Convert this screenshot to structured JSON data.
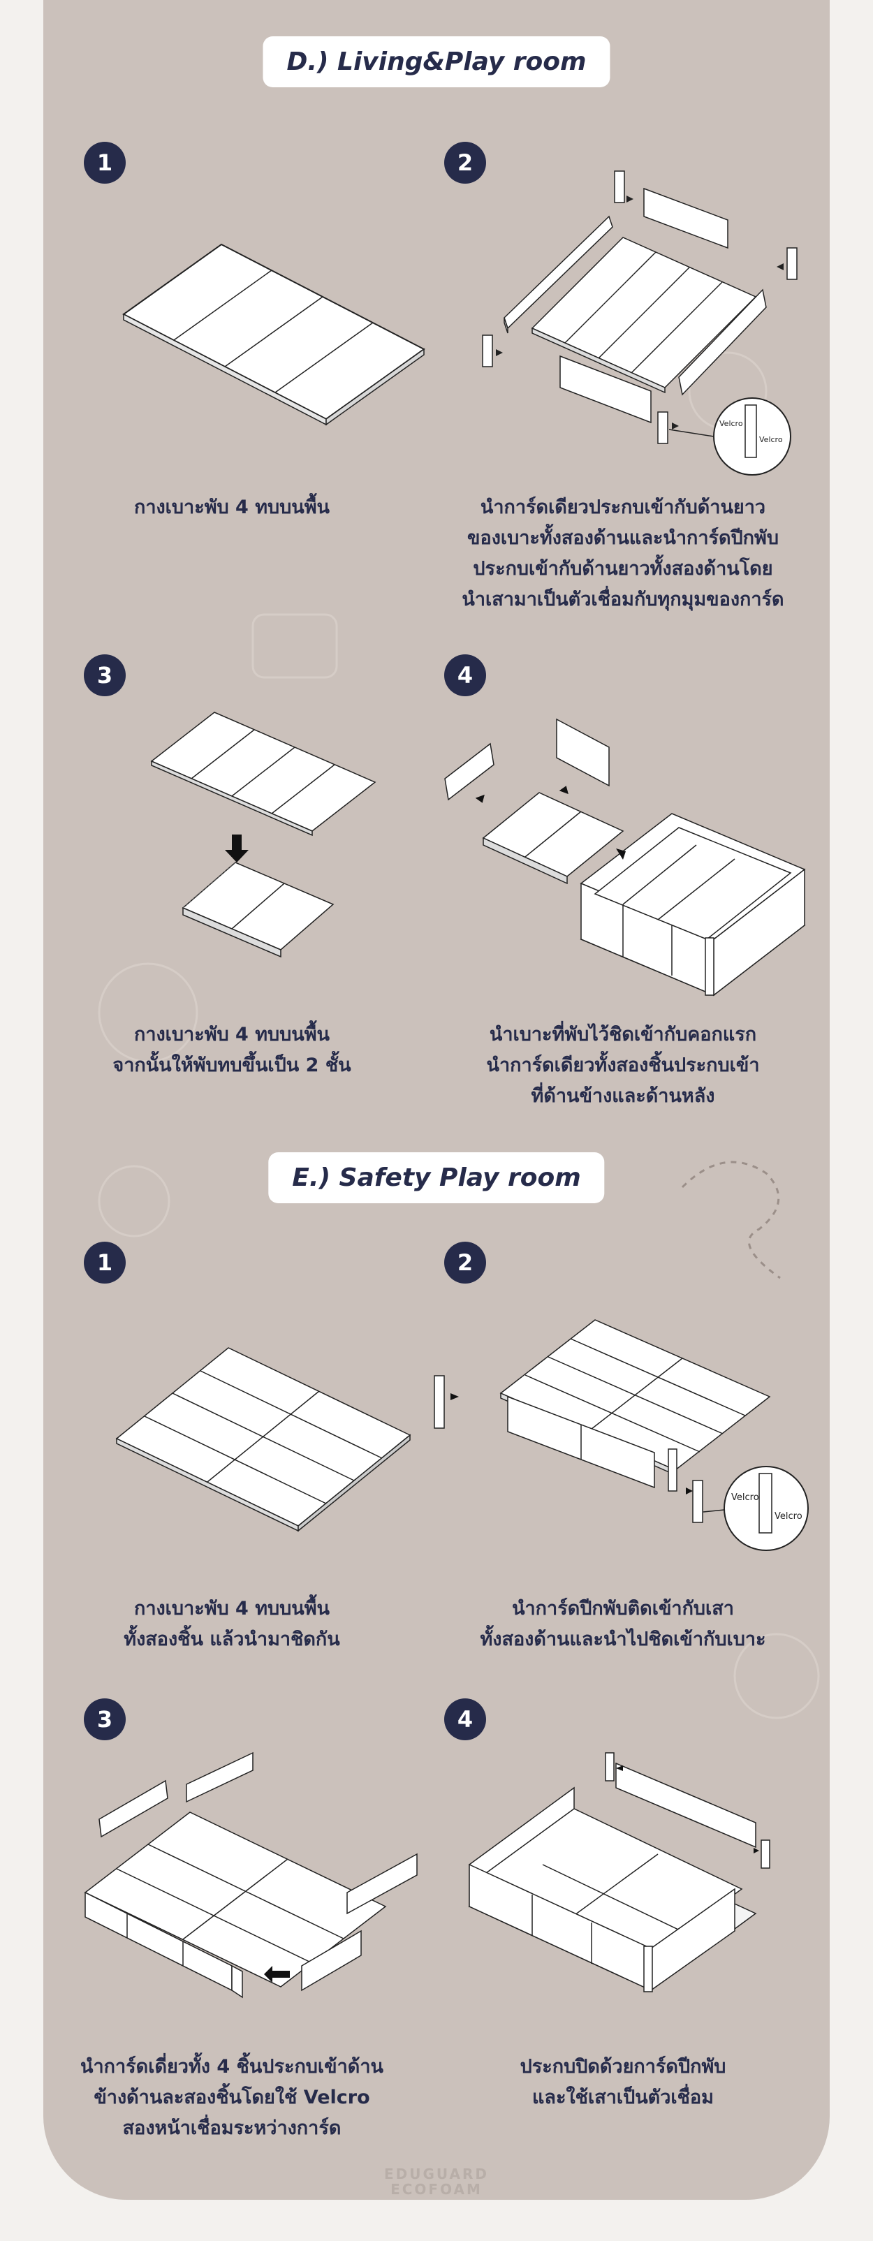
{
  "sections": [
    {
      "title": "D.) Living&Play room",
      "steps": [
        {
          "num": "1",
          "caption": [
            "กางเบาะพับ 4 ทบบนพื้น"
          ]
        },
        {
          "num": "2",
          "caption": [
            "นำการ์ดเดียวประกบเข้ากับด้านยาว",
            "ของเบาะทั้งสองด้านและนำการ์ดปีกพับ",
            "ประกบเข้ากับด้านยาวทั้งสองด้านโดย",
            "นำเสามาเป็นตัวเชื่อมกับทุกมุมของการ์ด"
          ],
          "labels": [
            "Velcro",
            "Velcro"
          ]
        },
        {
          "num": "3",
          "caption": [
            "กางเบาะพับ 4 ทบบนพื้น",
            "จากนั้นให้พับทบขึ้นเป็น 2 ชั้น"
          ]
        },
        {
          "num": "4",
          "caption": [
            "นำเบาะที่พับไว้ชิดเข้ากับคอกแรก",
            "นำการ์ดเดียวทั้งสองชิ้นประกบเข้า",
            "ที่ด้านข้างและด้านหลัง"
          ]
        }
      ]
    },
    {
      "title": "E.) Safety Play room",
      "steps": [
        {
          "num": "1",
          "caption": [
            "กางเบาะพับ 4 ทบบนพื้น",
            "ทั้งสองชิ้น แล้วนำมาชิดกัน"
          ]
        },
        {
          "num": "2",
          "caption": [
            "นำการ์ดปีกพับติดเข้ากับเสา",
            "ทั้งสองด้านและนำไปชิดเข้ากับเบาะ"
          ],
          "labels": [
            "Velcro",
            "Velcro"
          ]
        },
        {
          "num": "3",
          "caption": [
            "นำการ์ดเดี่ยวทั้ง 4 ชิ้นประกบเข้าด้าน",
            "ข้างด้านละสองชิ้นโดยใช้ Velcro",
            "สองหน้าเชื่อมระหว่างการ์ด"
          ]
        },
        {
          "num": "4",
          "caption": [
            "ประกบปิดด้วยการ์ดปีกพับ",
            "และใช้เสาเป็นตัวเชื่อม"
          ]
        }
      ]
    }
  ],
  "footer": {
    "line1": "EDUGUARD",
    "line2": "ECOFOAM"
  },
  "colors": {
    "panel": "#cbc1bb",
    "page": "#f3f1ee",
    "navy": "#262b4a",
    "line": "#2a2a2a"
  }
}
